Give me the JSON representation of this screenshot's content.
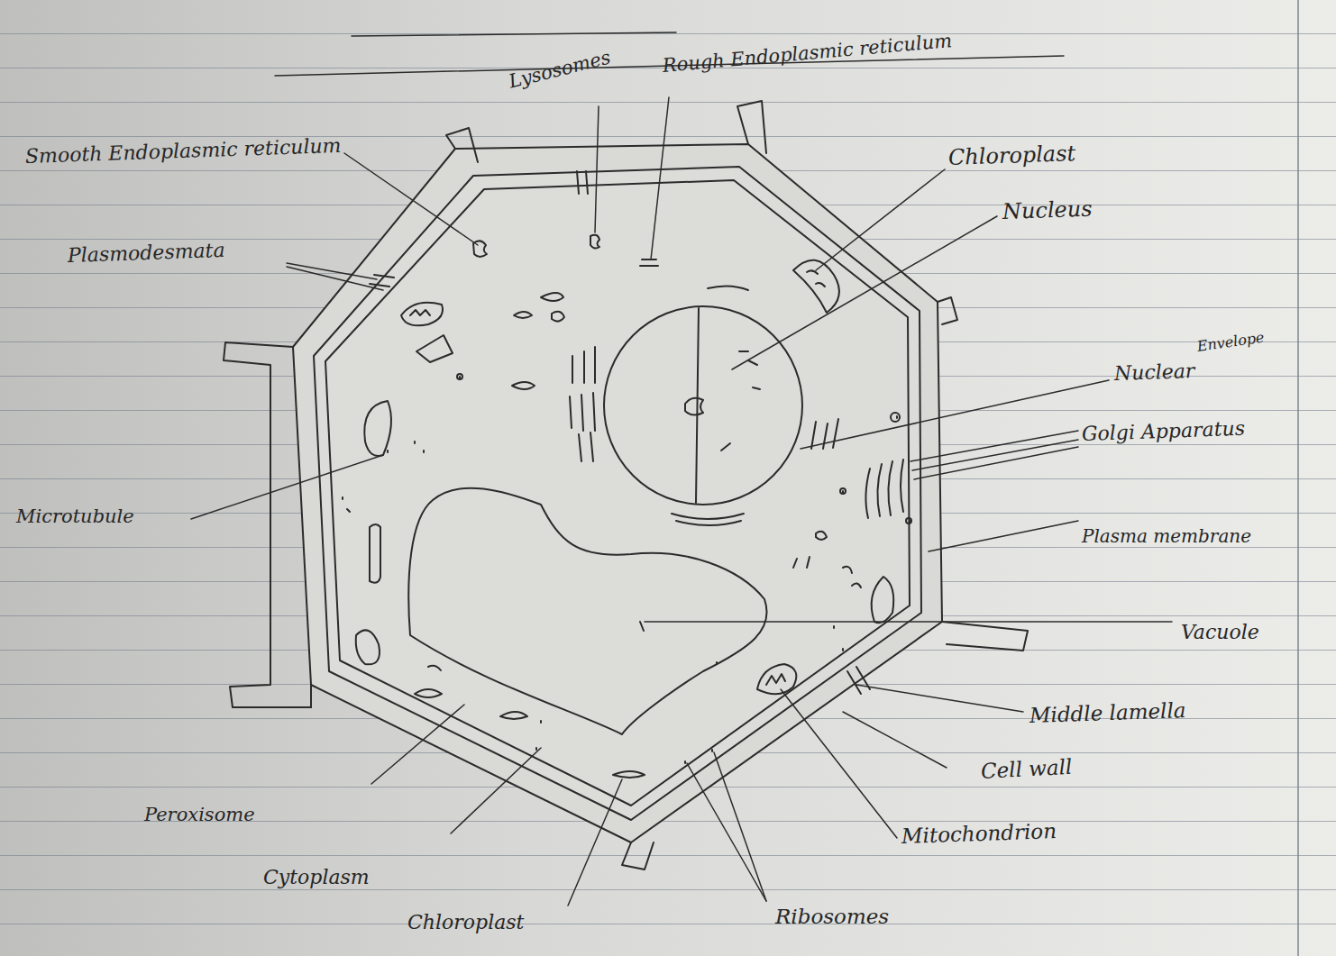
{
  "diagram": {
    "labels": [
      "Smooth Endoplasmic reticulum",
      "Lysosomes",
      "Rough Endoplasmic reticulum",
      "Plasmodesmata",
      "Chloroplast",
      "Nucleus",
      "Envelope",
      "Nuclear",
      "Golgi Apparatus",
      "Plasma membrane",
      "Vacuole",
      "Middle lamella",
      "Cell wall",
      "Mitochondrion",
      "Ribosomes",
      "Chloroplast",
      "Cytoplasm",
      "Peroxisome",
      "Microtubule"
    ]
  }
}
